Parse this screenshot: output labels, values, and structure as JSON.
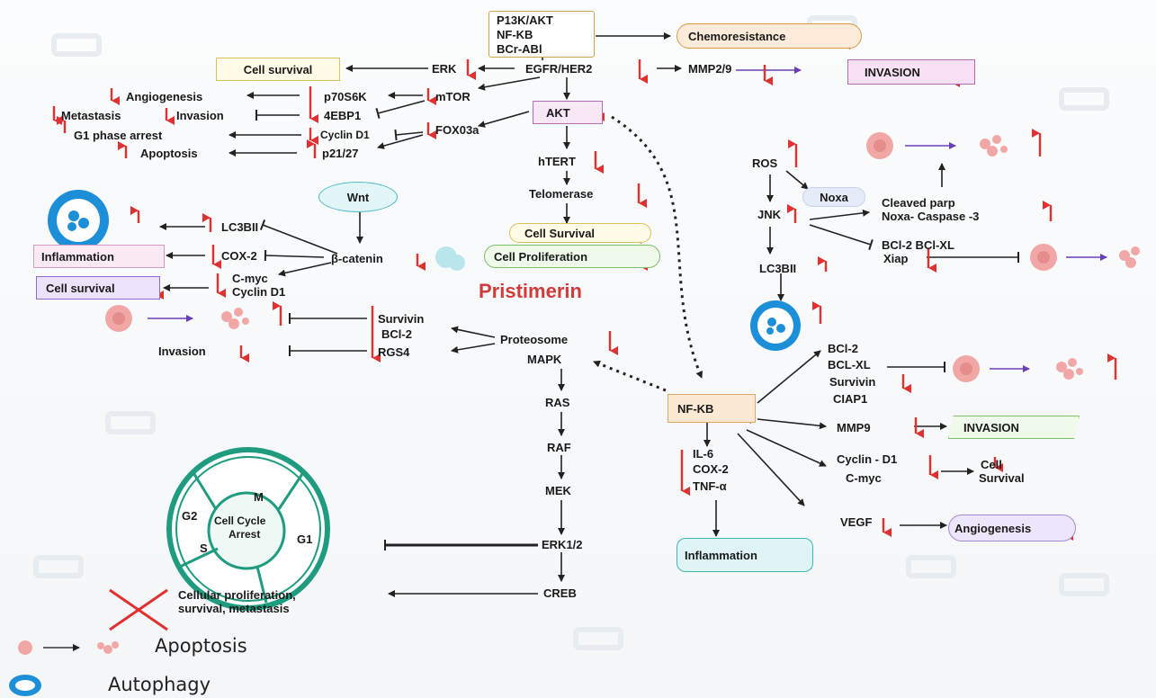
{
  "center_title": "Pristimerin",
  "legend": {
    "apoptosis": "Apoptosis",
    "autophagy": "Autophagy"
  },
  "colors": {
    "down_arrow": "#e03030",
    "up_arrow": "#e03030",
    "edges": "#222222",
    "title": "#d23b3b",
    "inhibit_arrow": "#6a3fb5"
  },
  "nodes": {
    "pi3k": "P13K/AKT",
    "nfkb_top": "NF-KB",
    "bcrabl": "BCr-ABl",
    "chemoresistance": "Chemoresistance",
    "egfr": "EGFR/HER2",
    "mmp29": "MMP2/9",
    "invasion_top": "INVASION",
    "erk": "ERK",
    "cell_survival_top": "Cell survival",
    "mtor": "mTOR",
    "p70s6k": "p70S6K",
    "angiogenesis_left": "Angiogenesis",
    "fourebp1": "4EBP1",
    "metastasis": "Metastasis",
    "invasion_left": "Invasion",
    "akt": "AKT",
    "foxo3a": "FOX03a",
    "cyclind1_top": "Cyclin D1",
    "g1_arrest": "G1 phase arrest",
    "p2127": "p21/27",
    "apoptosis_left": "Apoptosis",
    "htert": "hTERT",
    "telomerase": "Telomerase",
    "cell_survival_mid": "Cell Survival",
    "cell_proliferation": "Cell Proliferation",
    "wnt": "Wnt",
    "lc3bii_left": "LC3BII",
    "cox2_left": "COX-2",
    "inflammation_left": "Inflammation",
    "bcatenin": "β-catenin",
    "cmyc_left": "C-myc",
    "cyclind1_left": "Cyclin D1",
    "cell_survival_left": "Cell survival",
    "survivin_left": "Survivin",
    "bcl2_left": "BCl-2",
    "rgs4": "RGS4",
    "invasion_left2": "Invasion",
    "proteosome": "Proteosome",
    "mapk": "MAPK",
    "ras": "RAS",
    "raf": "RAF",
    "mek": "MEK",
    "erk12": "ERK1/2",
    "creb": "CREB",
    "cellcycle_title": "Cell Cycle",
    "cellcycle_sub": "Arrest",
    "phase_m": "M",
    "phase_g2": "G2",
    "phase_s": "S",
    "phase_g1": "G1",
    "cellular_prolif_1": "Cellular proliferation,",
    "cellular_prolif_2": "survival, metastasis",
    "ros": "ROS",
    "noxa": "Noxa",
    "jnk": "JNK",
    "cleaved_parp": "Cleaved parp",
    "noxa_casp3": "Noxa- Caspase -3",
    "bcl2_bclxl": "BCl-2 BCl-XL",
    "xiap": "Xiap",
    "lc3bii_right": "LC3BII",
    "bcl2_right": "BCl-2",
    "bclxl_right": "BCL-XL",
    "survivin_right": "Survivin",
    "ciap1": "CIAP1",
    "nfkb_mid": "NF-KB",
    "mmp9": "MMP9",
    "invasion_right": "INVASION",
    "il6": "IL-6",
    "cox2_right": "COX-2",
    "tnfa": "TNF-α",
    "cyclind1_right": "Cyclin - D1",
    "cmyc_right": "C-myc",
    "cell_right": "Cell",
    "survival_right": "Survival",
    "vegf": "VEGF",
    "angiogenesis_right": "Angiogenesis",
    "inflammation_right": "Inflammation"
  }
}
